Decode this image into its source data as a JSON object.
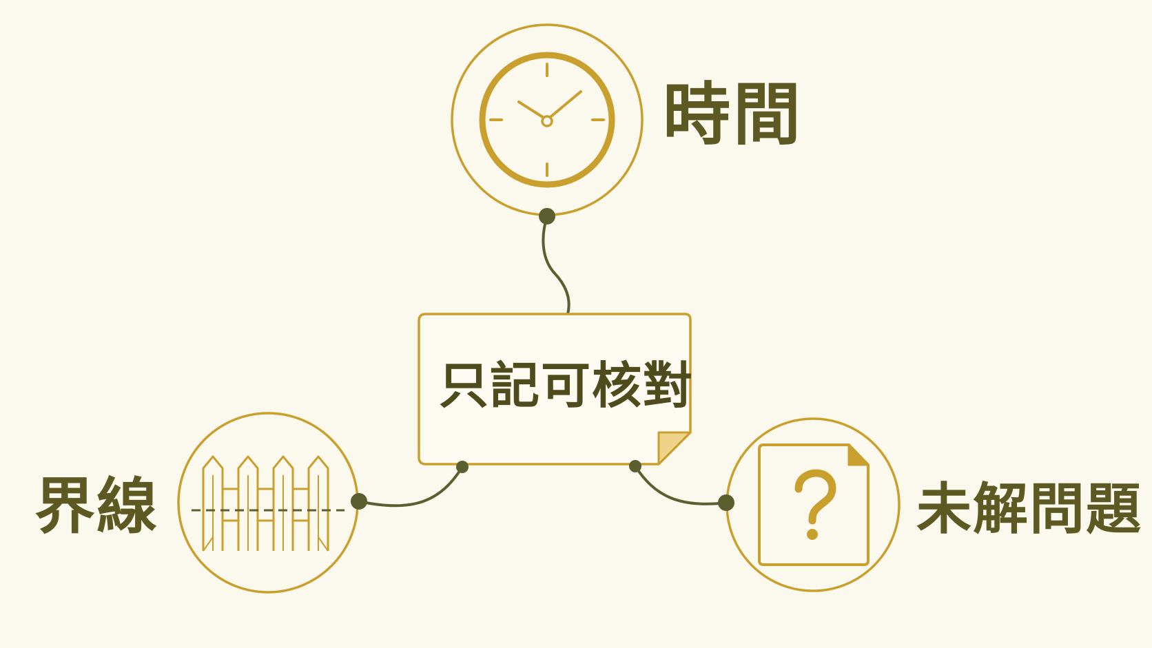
{
  "nodes": {
    "center": {
      "label": "只記可核對"
    },
    "time": {
      "label": "時間",
      "icon": "clock-icon"
    },
    "boundary": {
      "label": "界線",
      "icon": "fence-icon"
    },
    "unresolved": {
      "label": "未解問題",
      "icon": "question-document-icon"
    }
  },
  "colors": {
    "background": "#fbf8ee",
    "gold": "#c9a02e",
    "olive": "#5c5a22",
    "connector": "#5b5e2e",
    "note_fill": "#fdfaf1",
    "fold_fill": "#efd38a"
  }
}
